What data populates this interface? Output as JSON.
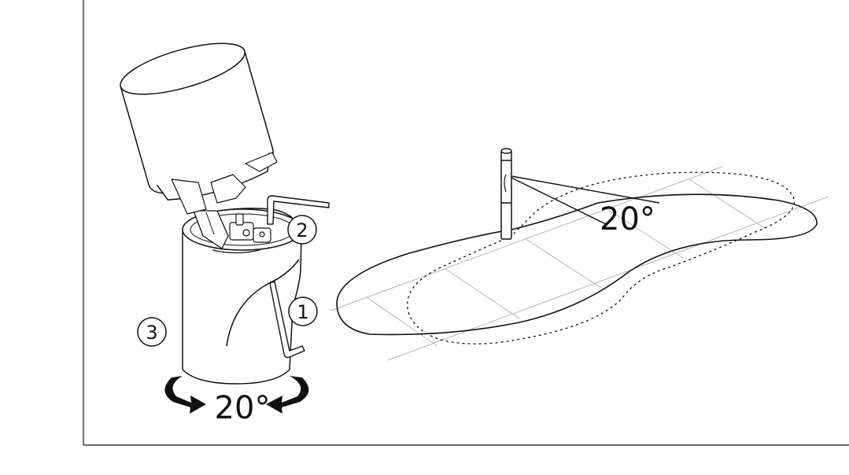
{
  "callouts": {
    "step1": "1",
    "step2": "2",
    "step3": "3"
  },
  "rotation_angle_label": "20°",
  "spread_angle_label": "20°",
  "colors": {
    "line": "#111111",
    "grid": "#b5b5b5",
    "background": "#ffffff"
  }
}
